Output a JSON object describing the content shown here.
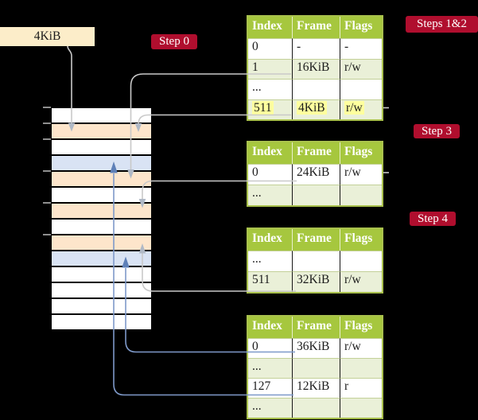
{
  "frame_size_box": {
    "label": "4KiB"
  },
  "step_labels": {
    "step0": "Step 0",
    "steps_1_2": "Steps 1&2",
    "step3": "Step 3",
    "step4": "Step 4"
  },
  "page_tables": {
    "columns": [
      "Index",
      "Frame",
      "Flags"
    ],
    "top": {
      "rows": [
        [
          "0",
          "-",
          "-"
        ],
        [
          "1",
          "16KiB",
          "r/w"
        ],
        [
          "...",
          "",
          ""
        ],
        [
          "511",
          "4KiB",
          "r/w"
        ]
      ],
      "highlighted_row": 3
    },
    "step3": {
      "rows": [
        [
          "0",
          "24KiB",
          "r/w"
        ],
        [
          "...",
          "",
          ""
        ]
      ]
    },
    "step4": {
      "rows": [
        [
          "...",
          "",
          ""
        ],
        [
          "511",
          "32KiB",
          "r/w"
        ]
      ]
    },
    "bottom": {
      "rows": [
        [
          "0",
          "36KiB",
          "r/w"
        ],
        [
          "...",
          "",
          ""
        ],
        [
          "127",
          "12KiB",
          "r"
        ],
        [
          "...",
          "",
          ""
        ]
      ]
    }
  },
  "memory_stack": {
    "rows": [
      "white",
      "peach",
      "white",
      "blue",
      "peach",
      "white",
      "peach",
      "white",
      "peach",
      "blue",
      "white",
      "white",
      "white",
      "white"
    ]
  },
  "colors": {
    "header_green": "#a6c73e",
    "row_green": "#eaf0d8",
    "row_peach": "#fde5cb",
    "row_blue": "#d9e3f4",
    "label_red": "#b00e2e",
    "frame_box_cream": "#fcedc9",
    "pointer_grey": "#c9c9c9",
    "pointer_blue": "#7e99c9",
    "highlight_yellow": "#feff9e"
  }
}
